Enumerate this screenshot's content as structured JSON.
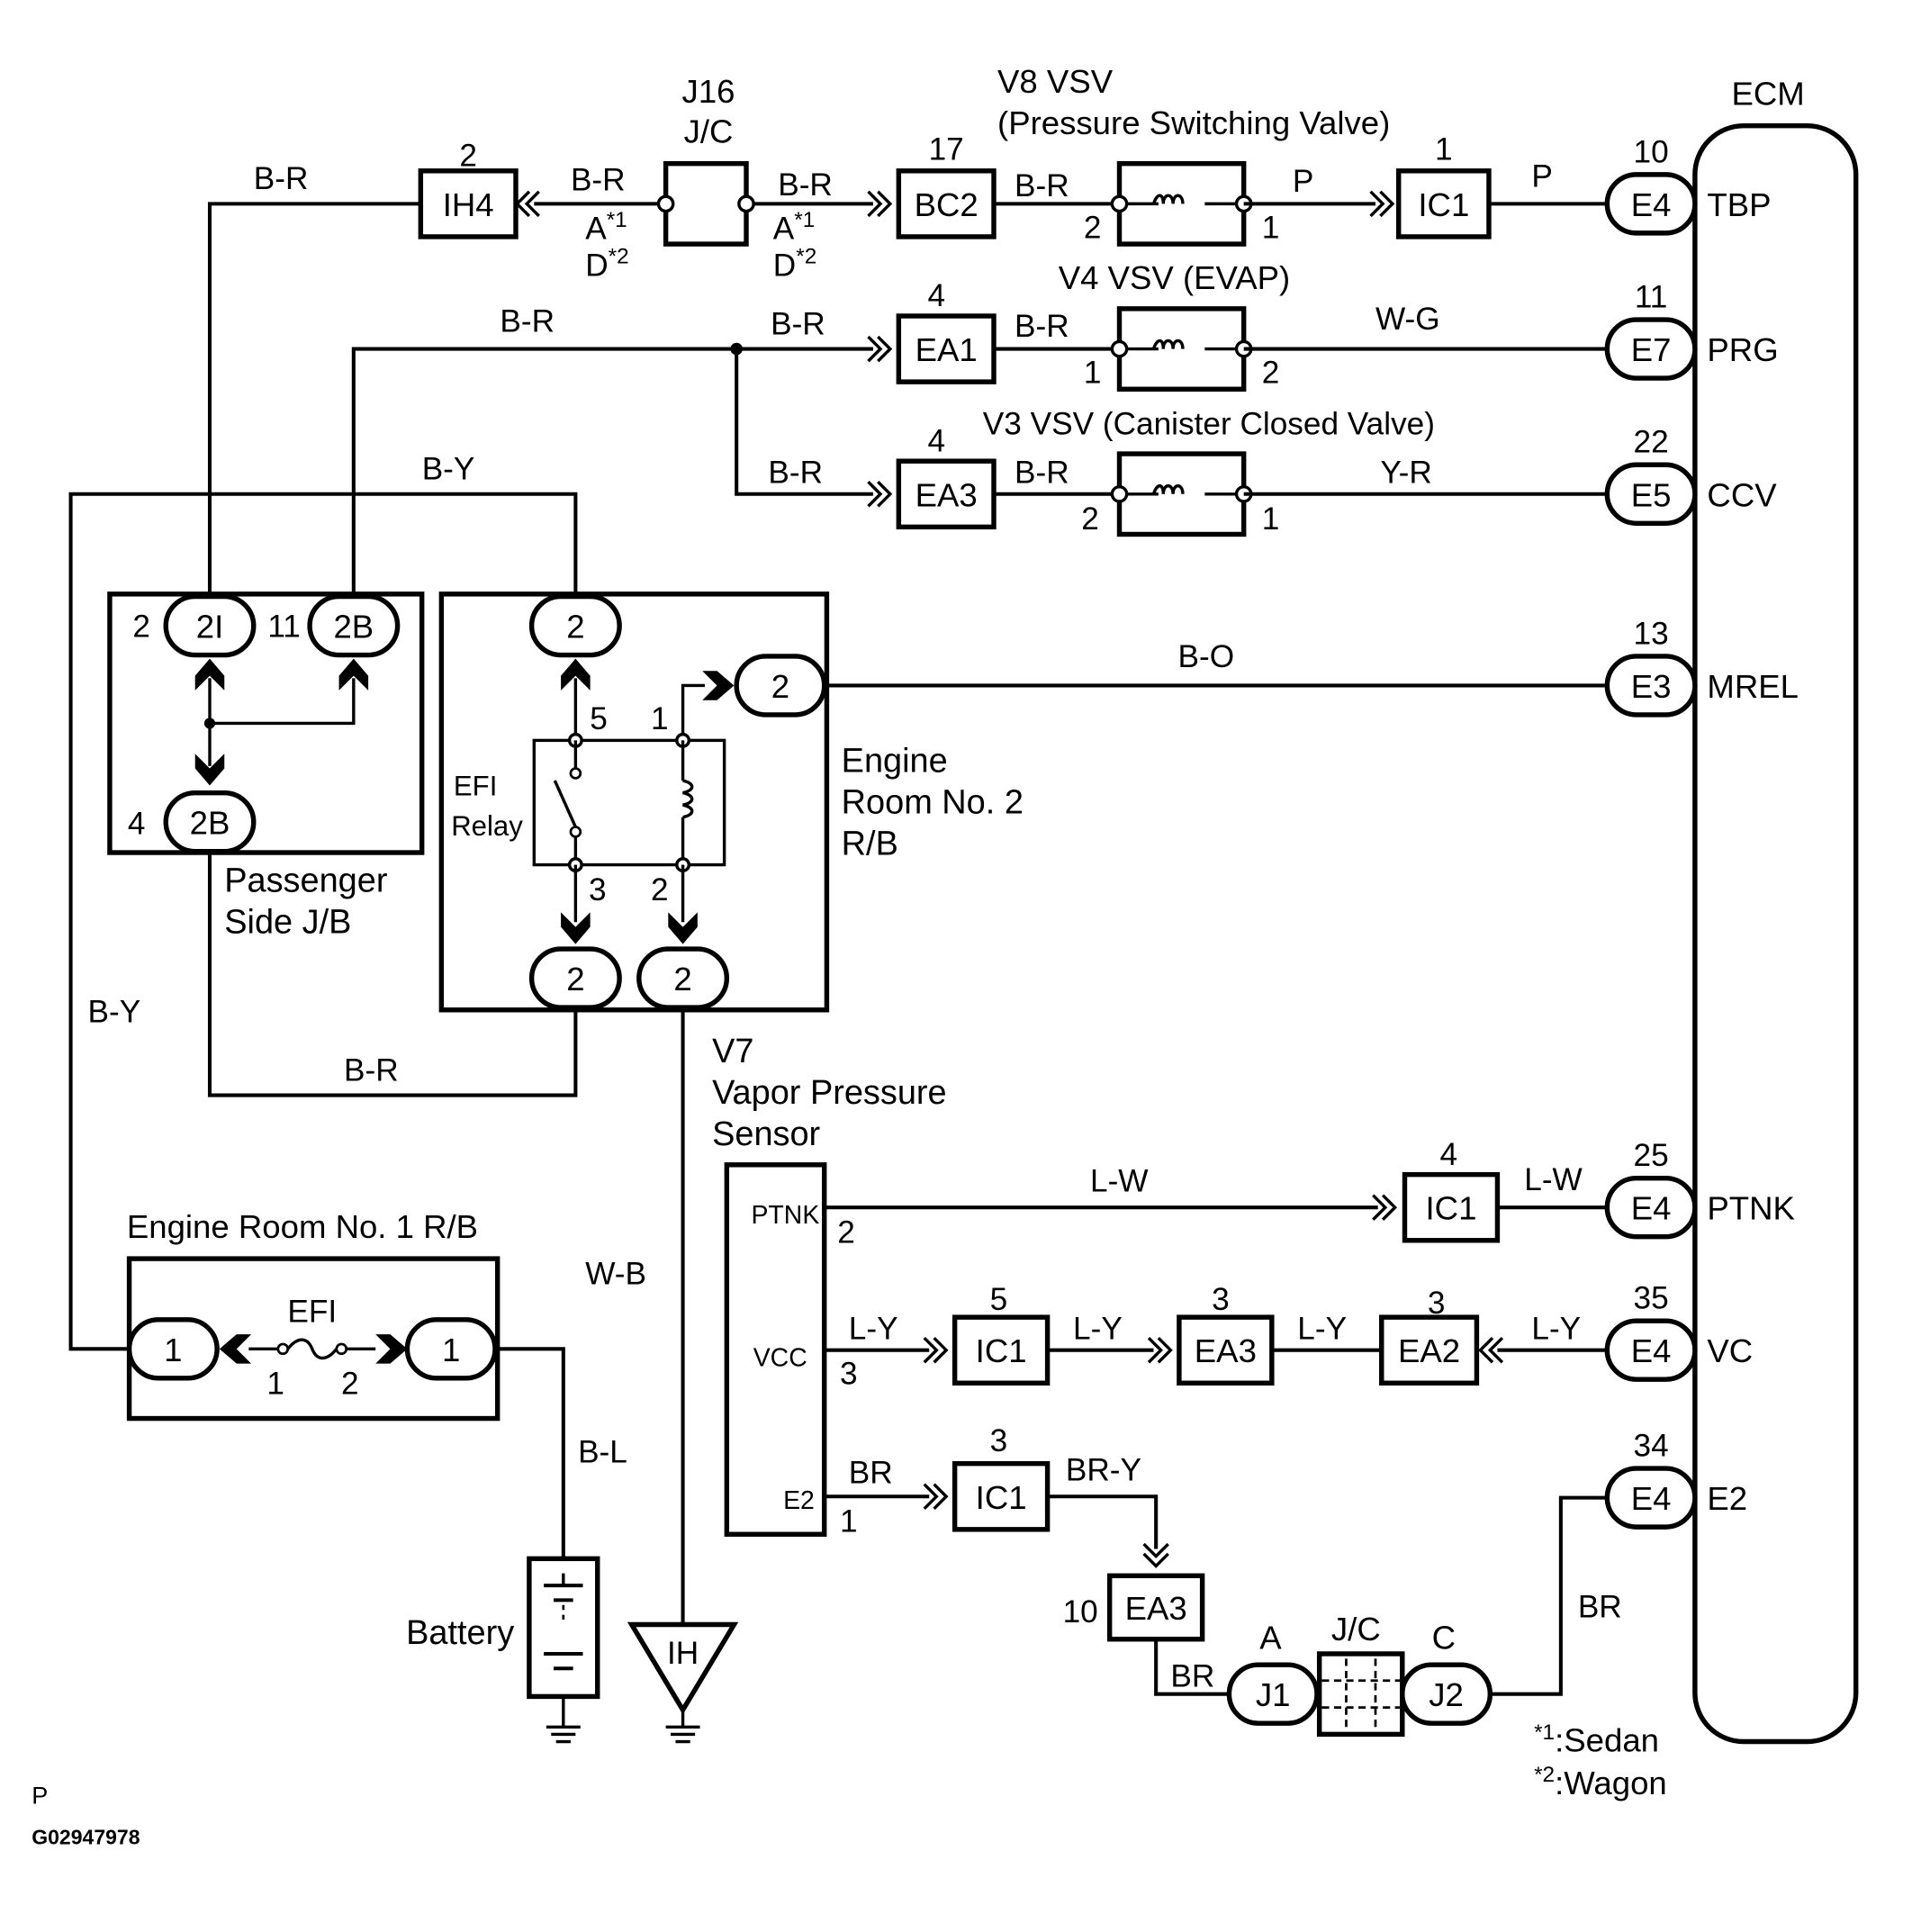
{
  "ecm": {
    "title": "ECM",
    "pins": [
      {
        "num": "10",
        "conn": "E4",
        "name": "TBP"
      },
      {
        "num": "11",
        "conn": "E7",
        "name": "PRG"
      },
      {
        "num": "22",
        "conn": "E5",
        "name": "CCV"
      },
      {
        "num": "13",
        "conn": "E3",
        "name": "MREL"
      },
      {
        "num": "25",
        "conn": "E4",
        "name": "PTNK"
      },
      {
        "num": "35",
        "conn": "E4",
        "name": "VC"
      },
      {
        "num": "34",
        "conn": "E4",
        "name": "E2"
      }
    ]
  },
  "valves": {
    "v8": {
      "line1": "V8 VSV",
      "line2": "(Pressure Switching Valve)",
      "pin_a": "2",
      "pin_b": "1"
    },
    "v4": {
      "line1": "V4 VSV (EVAP)",
      "pin_a": "1",
      "pin_b": "2"
    },
    "v3": {
      "line1": "V3 VSV (Canister Closed Valve)",
      "pin_a": "2",
      "pin_b": "1"
    }
  },
  "jc16": {
    "line1": "J16",
    "line2": "J/C"
  },
  "notes": {
    "a1": "A",
    "d2": "D",
    "star1": "*1",
    "star2": "*2"
  },
  "connectors": {
    "ih4": {
      "label": "IH4",
      "pin": "2"
    },
    "bc2": {
      "label": "BC2",
      "pin": "17"
    },
    "ic1_top": {
      "label": "IC1",
      "pin": "1"
    },
    "ea1": {
      "label": "EA1",
      "pin": "4"
    },
    "ea3_top": {
      "label": "EA3",
      "pin": "4"
    },
    "ic1_ptnk": {
      "label": "IC1",
      "pin": "4"
    },
    "ic1_vc": {
      "label": "IC1",
      "pin": "5"
    },
    "ea3_vc": {
      "label": "EA3",
      "pin": "3"
    },
    "ea2_vc": {
      "label": "EA2",
      "pin": "3"
    },
    "ic1_e2": {
      "label": "IC1",
      "pin": "3"
    },
    "ea3_e2": {
      "label": "EA3",
      "pin": "10"
    }
  },
  "wires": {
    "br": "B-R",
    "p": "P",
    "wg": "W-G",
    "yr": "Y-R",
    "by": "B-Y",
    "bo": "B-O",
    "wb": "W-B",
    "bl": "B-L",
    "lw": "L-W",
    "ly": "L-Y",
    "brc": "BR",
    "bry": "BR-Y"
  },
  "passenger_jb": {
    "line1": "Passenger",
    "line2": "Side J/B",
    "c2i": "2I",
    "c2b": "2B",
    "p2": "2",
    "p11": "11",
    "p4": "4"
  },
  "efi_relay": {
    "line1": "EFI",
    "line2": "Relay",
    "p5": "5",
    "p1": "1",
    "p3": "3",
    "p2": "2",
    "c2": "2"
  },
  "er2": {
    "line1": "Engine",
    "line2": "Room No. 2",
    "line3": "R/B"
  },
  "er1": {
    "title": "Engine Room No. 1 R/B",
    "fuse": "EFI",
    "c1": "1",
    "p1": "1",
    "p2": "2"
  },
  "sensor": {
    "line1": "V7",
    "line2": "Vapor Pressure",
    "line3": "Sensor",
    "ptnk": "PTNK",
    "vcc": "VCC",
    "e2": "E2",
    "pin2": "2",
    "pin3": "3",
    "pin1": "1"
  },
  "battery": "Battery",
  "ground": "IH",
  "jc_bottom": {
    "label": "J/C",
    "j1": "J1",
    "j2": "J2",
    "a": "A",
    "c": "C"
  },
  "legend": {
    "s1": "*1",
    "sedan": ":Sedan",
    "s2": "*2",
    "wagon": ":Wagon"
  },
  "footer": {
    "p": "P",
    "code": "G02947978"
  }
}
